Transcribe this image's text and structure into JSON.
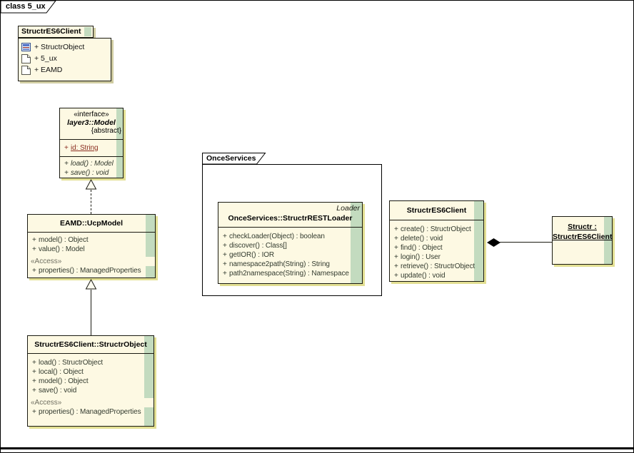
{
  "frame": {
    "label": "class 5_ux"
  },
  "composite": {
    "title": "StructrES6Client",
    "items": [
      {
        "icon": "class-icon",
        "label": "+ StructrObject"
      },
      {
        "icon": "diagram-icon",
        "label": "+ 5_ux"
      },
      {
        "icon": "diagram-icon",
        "label": "+ EAMD"
      }
    ]
  },
  "interface": {
    "stereotype": "«interface»",
    "name": "layer3::Model",
    "modifier": "{abstract}",
    "attributes": [
      {
        "vis": "+",
        "text": "id:  String"
      }
    ],
    "operations": [
      {
        "vis": "+",
        "text": "load() : Model"
      },
      {
        "vis": "+",
        "text": "save() : void"
      }
    ]
  },
  "ucp_model": {
    "name": "EAMD::UcpModel",
    "operations": [
      {
        "vis": "+",
        "text": "model() : Object"
      },
      {
        "vis": "+",
        "text": "value() : Model"
      }
    ],
    "access_stereotype": "«Access»",
    "access_operations": [
      {
        "vis": "+",
        "text": "properties() : ManagedProperties"
      }
    ]
  },
  "structr_object": {
    "name": "StructrES6Client::StructrObject",
    "operations": [
      {
        "vis": "+",
        "text": "load() : StructrObject"
      },
      {
        "vis": "+",
        "text": "local() : Object"
      },
      {
        "vis": "+",
        "text": "model() : Object"
      },
      {
        "vis": "+",
        "text": "save() : void"
      }
    ],
    "access_stereotype": "«Access»",
    "access_operations": [
      {
        "vis": "+",
        "text": "properties() : ManagedProperties"
      }
    ]
  },
  "package": {
    "name": "OnceServices"
  },
  "rest_loader": {
    "stereotype": "Loader",
    "name": "OnceServices::StructrRESTLoader",
    "operations": [
      {
        "vis": "+",
        "text": "checkLoader(Object) : boolean"
      },
      {
        "vis": "+",
        "text": "discover() : Class[]"
      },
      {
        "vis": "+",
        "text": "getIOR() : IOR"
      },
      {
        "vis": "+",
        "text": "namespace2path(String) : String"
      },
      {
        "vis": "+",
        "text": "path2namespace(String) : Namespace"
      }
    ]
  },
  "es6_client": {
    "name": "StructrES6Client",
    "operations": [
      {
        "vis": "+",
        "text": "create() : StructrObject"
      },
      {
        "vis": "+",
        "text": "delete() : void"
      },
      {
        "vis": "+",
        "text": "find() : Object"
      },
      {
        "vis": "+",
        "text": "login() : User"
      },
      {
        "vis": "+",
        "text": "retrieve() : StructrObject"
      },
      {
        "vis": "+",
        "text": "update() : void"
      }
    ]
  },
  "instance": {
    "name_line1": "Structr :",
    "name_line2": "StructrES6Client"
  },
  "colors": {
    "element_fill": "#FDF9E3",
    "status_strip": "#C3DBBF",
    "shadow": "#E2DF92",
    "border": "#1A1A12",
    "operation_text": "#333B2F",
    "attribute_red": "#8B2E20"
  }
}
